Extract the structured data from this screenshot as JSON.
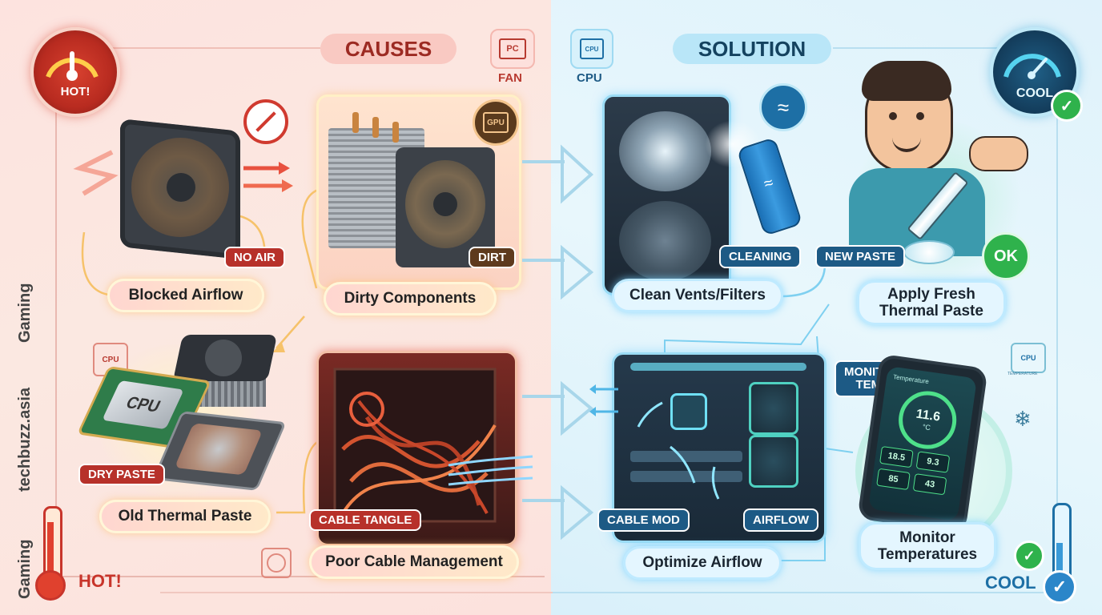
{
  "header": {
    "causes": "CAUSES",
    "solution": "SOLUTION",
    "pc_icon_text": "PC",
    "fan_label": "FAN",
    "cpu_icon_text": "CPU",
    "cpu_label": "CPU"
  },
  "gauges": {
    "hot_label": "HOT!",
    "cool_label": "COOL"
  },
  "causes": {
    "blocked_airflow": "Blocked Airflow",
    "no_air_tag": "NO AIR",
    "dirty_components": "Dirty Components",
    "dirt_tag": "DIRT",
    "gpu_icon_text": "GPU",
    "old_thermal_paste": "Old Thermal Paste",
    "dry_paste_tag": "DRY PASTE",
    "cpu_chip_text": "CPU",
    "cpu_small_icon_text": "CPU",
    "poor_cable_management": "Poor Cable Management",
    "cable_tangle_tag": "CABLE TANGLE"
  },
  "solutions": {
    "clean_vents": "Clean Vents/Filters",
    "cleaning_tag": "CLEANING",
    "apply_paste_line1": "Apply Fresh",
    "apply_paste_line2": "Thermal Paste",
    "new_paste_tag": "NEW PASTE",
    "ok_badge": "OK",
    "optimize_airflow": "Optimize Airflow",
    "cable_mod_tag": "CABLE MOD",
    "airflow_tag": "AIRFLOW",
    "monitor_line1": "Monitor",
    "monitor_line2": "Temperatures",
    "monitor_temp_tag_line1": "MONITOR",
    "monitor_temp_tag_line2": "TEMP",
    "phone_temp": "11.6",
    "phone_unit": "°C",
    "phone_title": "Temperature",
    "phone_values": [
      "18.5",
      "9.3",
      "85",
      "43"
    ],
    "side_icon_text": "CPU",
    "side_icon_caption": "TEMPERATURE"
  },
  "side_labels": {
    "gaming_top": "Gaming",
    "site": "techbuzz.asia",
    "gaming_bottom": "Gaming"
  },
  "bottom": {
    "hot": "HOT!",
    "cool": "COOL"
  },
  "colors": {
    "hot_red": "#c8352b",
    "cool_blue": "#1d6fa5",
    "check_green": "#2fb24c"
  }
}
